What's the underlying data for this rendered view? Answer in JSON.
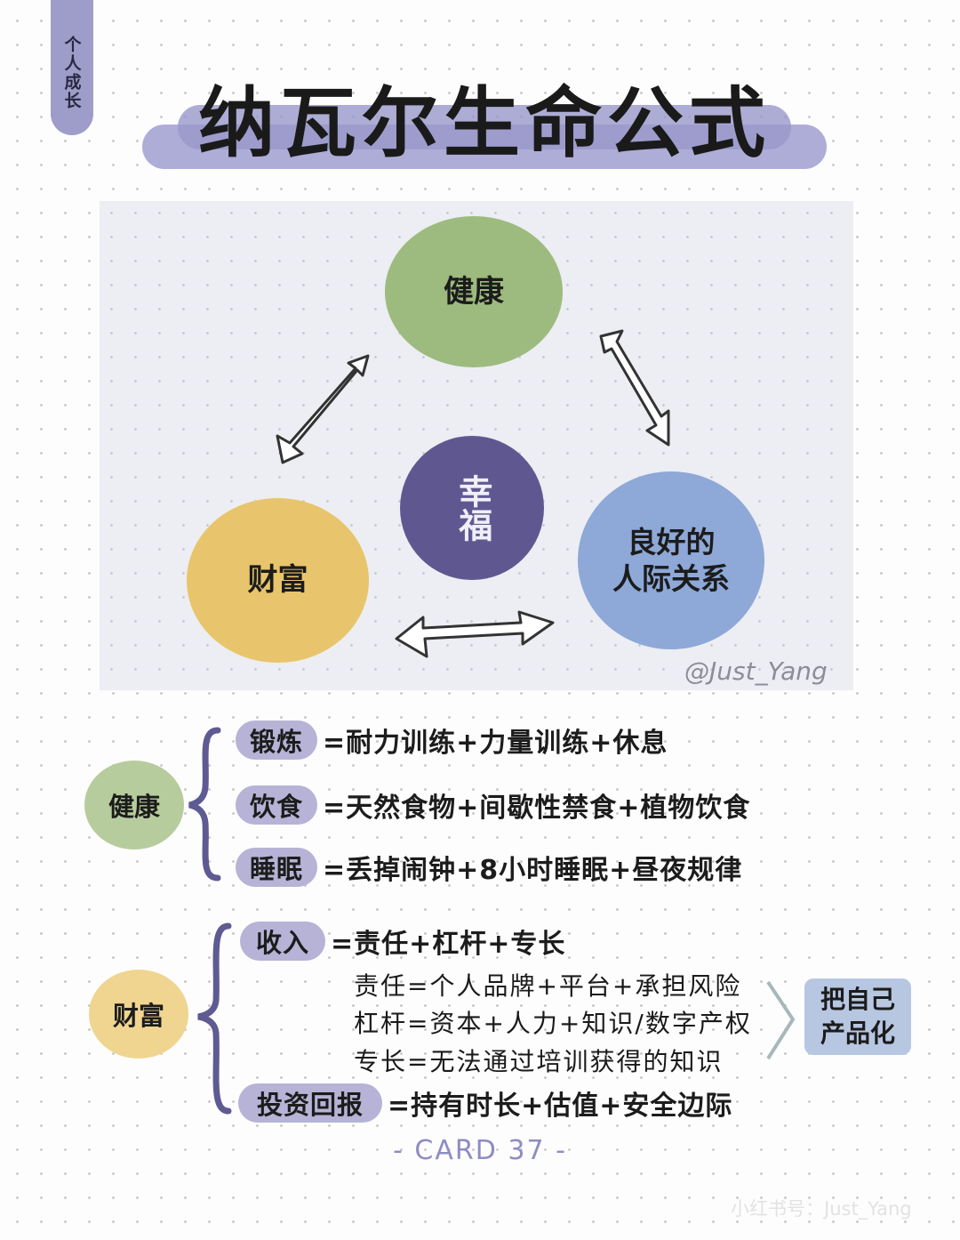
{
  "side_tab": "个人成长",
  "title": "纳瓦尔生命公式",
  "diagram": {
    "nodes": {
      "health": "健康",
      "happiness": "幸福",
      "wealth": "财富",
      "relations_line1": "良好的",
      "relations_line2": "人际关系"
    },
    "watermark": "@Just_Yang",
    "colors": {
      "health": "#9dbb7e",
      "happiness": "#5f5890",
      "wealth": "#e8c56c",
      "relations": "#8ea8d8"
    }
  },
  "health_section": {
    "label": "健康",
    "rows": [
      {
        "tag": "锻炼",
        "formula": "=耐力训练+力量训练+休息"
      },
      {
        "tag": "饮食",
        "formula": "=天然食物+间歇性禁食+植物饮食"
      },
      {
        "tag": "睡眠",
        "formula": "=丢掉闹钟+8小时睡眠+昼夜规律"
      }
    ]
  },
  "wealth_section": {
    "label": "财富",
    "income": {
      "tag": "收入",
      "formula": "=责任+杠杆+专长"
    },
    "details": [
      "责任=个人品牌+平台+承担风险",
      "杠杆=资本+人力+知识/数字产权",
      "专长=无法通过培训获得的知识"
    ],
    "conclusion_line1": "把自己",
    "conclusion_line2": "产品化",
    "investment": {
      "tag": "投资回报",
      "formula": "=持有时长+估值+安全边际"
    }
  },
  "footer": {
    "card": "- CARD 37 -",
    "platform_watermark": "小红书号：Just_Yang"
  }
}
